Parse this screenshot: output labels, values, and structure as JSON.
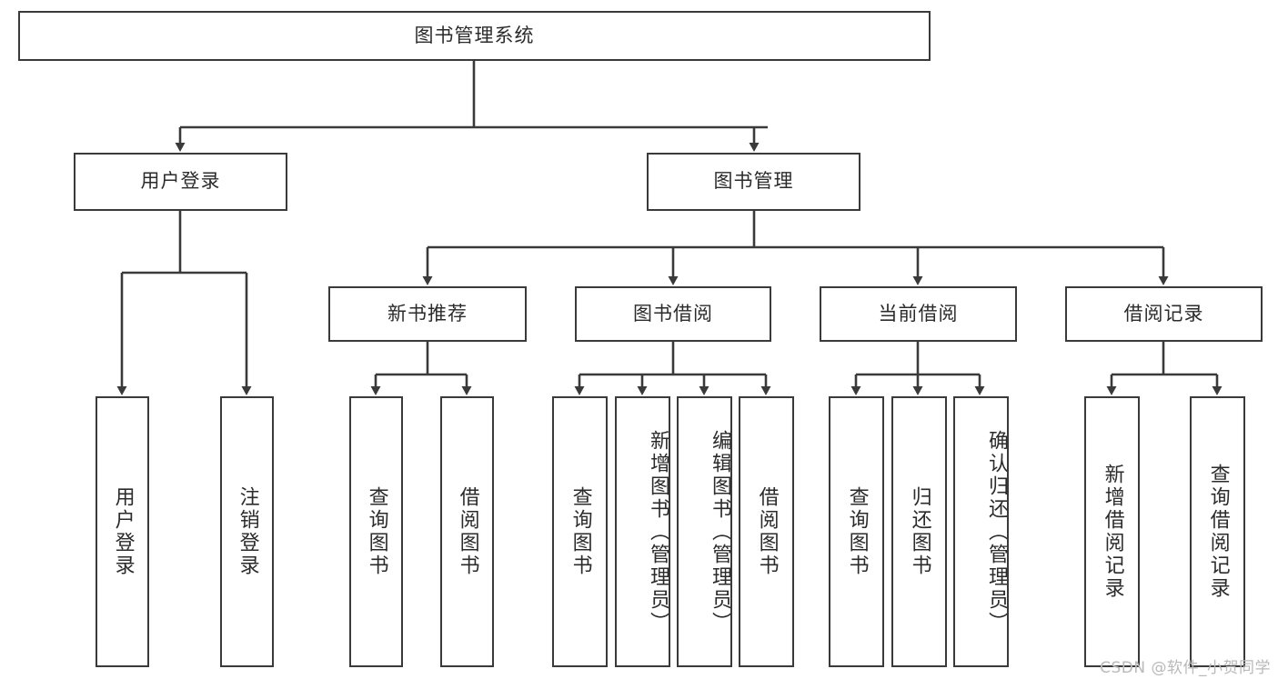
{
  "diagram": {
    "title": "图书管理系统",
    "type": "tree-hierarchy",
    "root": {
      "id": "root",
      "label": "图书管理系统"
    },
    "level2": [
      {
        "id": "user-login",
        "label": "用户登录"
      },
      {
        "id": "book-manage",
        "label": "图书管理"
      }
    ],
    "level3": [
      {
        "id": "new-book-rec",
        "label": "新书推荐",
        "parent": "book-manage"
      },
      {
        "id": "book-borrow",
        "label": "图书借阅",
        "parent": "book-manage"
      },
      {
        "id": "current-borrow",
        "label": "当前借阅",
        "parent": "book-manage"
      },
      {
        "id": "borrow-record",
        "label": "借阅记录",
        "parent": "book-manage"
      }
    ],
    "leaves": [
      {
        "id": "leaf-user-login",
        "label": "用户登录",
        "parent": "user-login"
      },
      {
        "id": "leaf-logout",
        "label": "注销登录",
        "parent": "user-login"
      },
      {
        "id": "leaf-query-book-1",
        "label": "查询图书",
        "parent": "new-book-rec"
      },
      {
        "id": "leaf-borrow-book-1",
        "label": "借阅图书",
        "parent": "new-book-rec"
      },
      {
        "id": "leaf-query-book-2",
        "label": "查询图书",
        "parent": "book-borrow"
      },
      {
        "id": "leaf-add-book",
        "label": "新增图书（管理员）",
        "parent": "book-borrow"
      },
      {
        "id": "leaf-edit-book",
        "label": "编辑图书（管理员）",
        "parent": "book-borrow"
      },
      {
        "id": "leaf-borrow-book-2",
        "label": "借阅图书",
        "parent": "book-borrow"
      },
      {
        "id": "leaf-query-book-3",
        "label": "查询图书",
        "parent": "current-borrow"
      },
      {
        "id": "leaf-return-book",
        "label": "归还图书",
        "parent": "current-borrow"
      },
      {
        "id": "leaf-confirm-return",
        "label": "确认归还（管理员）",
        "parent": "current-borrow"
      },
      {
        "id": "leaf-add-record",
        "label": "新增借阅记录",
        "parent": "borrow-record"
      },
      {
        "id": "leaf-query-record",
        "label": "查询借阅记录",
        "parent": "borrow-record"
      }
    ],
    "colors": {
      "stroke": "#3a3a3a",
      "fill": "#ffffff",
      "text": "#2b2b2b",
      "watermark": "#b9b9b9"
    }
  },
  "watermark": {
    "text": "CSDN @软件_小贺同学"
  }
}
